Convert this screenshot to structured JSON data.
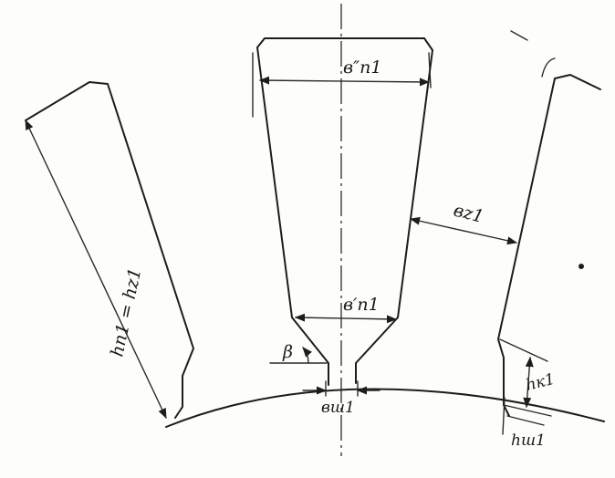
{
  "labels": {
    "b_slot_top": "в″п1",
    "b_slot_bottom": "в′п1",
    "b_tooth": "вz1",
    "b_slot_opening": "вш1",
    "h_slot_eq_h_tooth": "hп1 = hz1",
    "h_wedge": "hк1",
    "h_slot_opening": "hш1",
    "angle": "β"
  },
  "colors": {
    "ink": "#1d1d1d",
    "paper": "#fdfdfb"
  }
}
